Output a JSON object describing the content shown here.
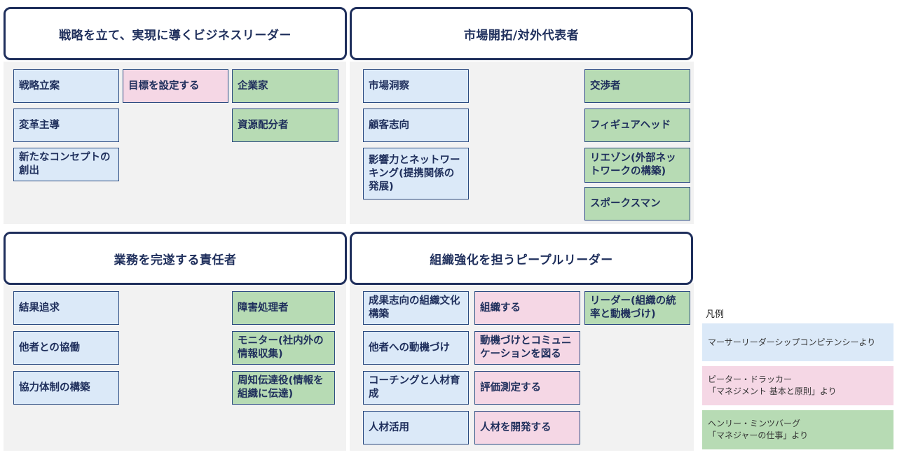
{
  "quadrants": {
    "q1": {
      "title": "戦略を立て、実現に導くビジネスリーダー",
      "items": [
        "戦略立案",
        "目標を設定する",
        "企業家",
        "変革主導",
        "資源配分者",
        "新たなコンセプトの創出"
      ]
    },
    "q2": {
      "title": "市場開拓/対外代表者",
      "items": [
        "市場洞察",
        "交渉者",
        "顧客志向",
        "フィギュアヘッド",
        "影響力とネットワーキング(提携関係の発展)",
        "リエゾン(外部ネットワークの構築)",
        "スポークスマン"
      ]
    },
    "q3": {
      "title": "業務を完遂する責任者",
      "items": [
        "結果追求",
        "障害処理者",
        "他者との協働",
        "モニター(社内外の情報収集)",
        "協力体制の構築",
        "周知伝達役(情報を組織に伝達)"
      ]
    },
    "q4": {
      "title": "組織強化を担うピープルリーダー",
      "items": [
        "成果志向の組織文化構築",
        "組織する",
        "リーダー(組織の統率と動機づけ)",
        "他者への動機づけ",
        "動機づけとコミュニケーションを図る",
        "コーチングと人材育成",
        "評価測定する",
        "人材活用",
        "人材を開発する"
      ]
    }
  },
  "legend": {
    "title": "凡例",
    "items": [
      {
        "label": "マーサーリーダーシップコンピテンシーより",
        "color": "#dbe9f8"
      },
      {
        "label": "ピーター・ドラッカー\n「マネジメント 基本と原則」より",
        "color": "#f5d7e5"
      },
      {
        "label": "ヘンリー・ミンツバーグ\n「マネジャーの仕事」より",
        "color": "#b7dbb4"
      }
    ]
  },
  "colors": {
    "header_border": "#1f2f5c",
    "blue": "#dbe9f8",
    "pink": "#f5d7e5",
    "green": "#b7dbb4",
    "panel": "#f2f2f2"
  }
}
